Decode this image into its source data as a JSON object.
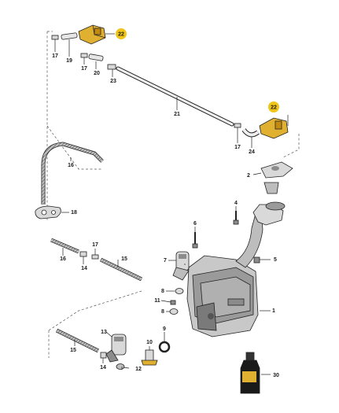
{
  "labels": {
    "p1": "1",
    "p2": "2",
    "p4": "4",
    "p5": "5",
    "p6": "6",
    "p7": "7",
    "p8a": "8",
    "p8b": "8",
    "p9": "9",
    "p10": "10",
    "p11": "11",
    "p12": "12",
    "p13": "13",
    "p14a": "14",
    "p14b": "14",
    "p15a": "15",
    "p15b": "15",
    "p16a": "16",
    "p16b": "16",
    "p17a": "17",
    "p17b": "17",
    "p17c": "17",
    "p17d": "17",
    "p18": "18",
    "p19": "19",
    "p20": "20",
    "p21": "21",
    "p22a": "22",
    "p22b": "22",
    "p23": "23",
    "p24": "24",
    "p30": "30"
  },
  "colors": {
    "badge": "#f0c419",
    "part_fill": "#d9d9d9",
    "part_dark": "#8c8c8c",
    "line": "#222222",
    "yellow_part": "#e0b030"
  }
}
